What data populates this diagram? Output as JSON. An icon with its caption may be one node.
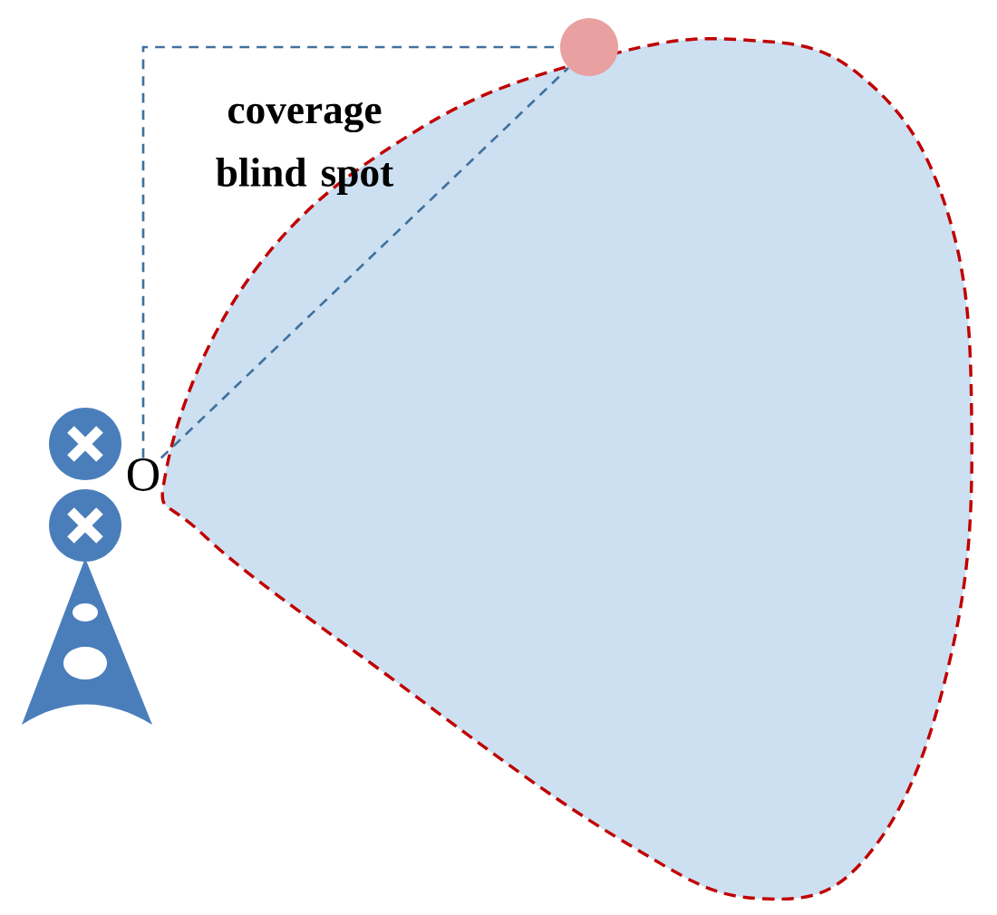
{
  "diagram": {
    "nodes": [
      {
        "text": [
          "O"
        ]
      },
      {
        "text": [],
        "shape": "circle"
      }
    ],
    "edges": [
      {
        "from": 0,
        "to": 1,
        "arrow": "none",
        "style": "dashed"
      },
      {
        "from": 0,
        "to": 1,
        "arrow": "none",
        "style": "dashed"
      }
    ],
    "labels": [
      "coverage blind spot"
    ]
  }
}
